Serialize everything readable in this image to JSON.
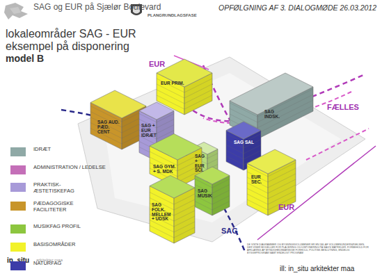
{
  "diagram": {
    "title": "lokaleområder SAG - EUR eksempel på disponering",
    "caption": "ill: in_situ arkitekter maa",
    "nodes": [
      {
        "text": [
          "EUR PRIM."
        ]
      },
      {
        "text": [
          "SAG INDSK."
        ]
      },
      {
        "text": [
          "SAG AUD. PÆD. CENT"
        ]
      },
      {
        "text": [
          "SAG + EUR IDRÆT"
        ]
      },
      {
        "text": [
          "SAG SAL"
        ]
      },
      {
        "text": [
          "SAG + EUR SCI."
        ]
      },
      {
        "text": [
          "SAG GYM. + S. MDK"
        ]
      },
      {
        "text": [
          "EUR SEC."
        ]
      },
      {
        "text": [
          "SAG MUSIK"
        ]
      },
      {
        "text": [
          "SAG FOLK. MELLEM + UDSK"
        ]
      }
    ],
    "labels": [
      "SAG og EUR på Sjælør Boulevard",
      "PLANGRUNDLAGSFASE",
      "OPFØLGNING AF 3. DIALOGMØDE 26.03.2012",
      "model B",
      "EUR",
      "FÆLLES",
      "EUR",
      "SAG",
      "DE VISTE DIAGRAMMER OG BYGNINGSVOLUMENER ER EN DEL AF VOLUMENUNDERSØGELSEN, DER VISER MODELLER FOR PLACERING OG DISPONERING PÅ SAG'S MATRIKLER. FORBEHOLD FOR AFKLARING AF MYNDIGHEDSMÆSSIGE FORHOLD, POLITISK BESLUTNING, ENDELIG BYGGEPROGRAM SAMT ENDELIGT PROGRAM",
      "in_situ",
      "arkitekter maa"
    ],
    "legend": [
      {
        "text": "IDRÆT",
        "color": "#8fa9a6"
      },
      {
        "text": "ADMINISTRATION / LEDELSE",
        "color": "#c46fb8"
      },
      {
        "text": "PRAKTISK- ÆSTETISKEFAG",
        "color": "#a79ad8"
      },
      {
        "text": "PÆDAGOGISKE FACILITETER",
        "color": "#c8952a"
      },
      {
        "text": "MUSIKFAG PROFIL",
        "color": "#8dc63f"
      },
      {
        "text": "BASISOMRÅDER",
        "color": "#f2f22a"
      },
      {
        "text": "NATURFAG",
        "color": "#3c3ca8"
      }
    ]
  }
}
